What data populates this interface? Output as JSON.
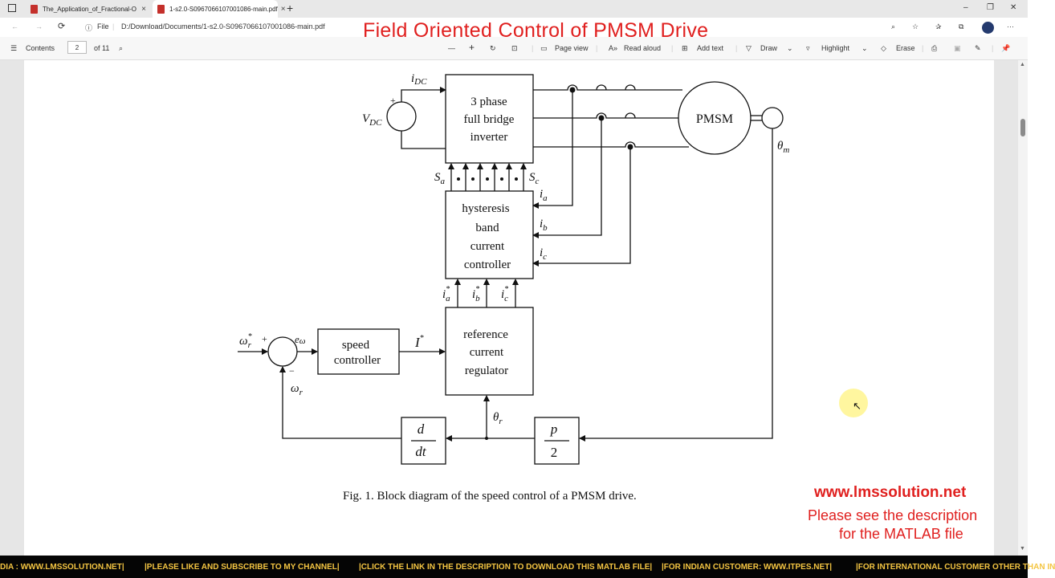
{
  "tabs": [
    {
      "label": "The_Application_of_Fractional-O",
      "close": "×"
    },
    {
      "label": "1-s2.0-S0967066107001086-main.pdf",
      "close": "×"
    }
  ],
  "window_controls": {
    "minimize": "–",
    "restore": "❐",
    "close": "✕",
    "new_tab": "+"
  },
  "address": {
    "scheme": "File",
    "path": "D:/Download/Documents/1-s2.0-S0967066107001086-main.pdf"
  },
  "overlay_title": "Field Oriented Control of PMSM Drive",
  "pdf_toolbar": {
    "contents": "Contents",
    "page_current": "2",
    "page_total": "of 11",
    "zoom_out": "—",
    "zoom_in": "+",
    "page_view": "Page view",
    "read_aloud": "Read aloud",
    "add_text": "Add text",
    "draw": "Draw",
    "highlight": "Highlight",
    "erase": "Erase"
  },
  "diagram": {
    "blocks": {
      "inverter": [
        "3 phase",
        "full bridge",
        "inverter"
      ],
      "hysteresis": [
        "hysteresis",
        "band",
        "current",
        "controller"
      ],
      "reference": [
        "reference",
        "current",
        "regulator"
      ],
      "speed": [
        "speed",
        "controller"
      ],
      "pmsm": "PMSM",
      "derivative_num": "d",
      "derivative_den": "dt",
      "gain_num": "p",
      "gain_den": "2"
    },
    "labels": {
      "idc": "i",
      "idc_sub": "DC",
      "vdc": "V",
      "vdc_sub": "DC",
      "sa": "S",
      "sa_sub": "a",
      "sc": "S",
      "sc_sub": "c",
      "ia": "i",
      "ia_sub": "a",
      "ib": "i",
      "ib_sub": "b",
      "ic": "i",
      "ic_sub": "c",
      "ia_ref": "i",
      "ia_ref_sub": "a",
      "ib_ref": "i",
      "ib_ref_sub": "b",
      "ic_ref": "i",
      "ic_ref_sub": "c",
      "star": "*",
      "wr_ref": "ω",
      "wr_ref_sub": "r",
      "ew": "e",
      "ew_sub": "ω",
      "i_star": "I",
      "wr": "ω",
      "wr_sub": "r",
      "theta_r": "θ",
      "theta_r_sub": "r",
      "theta_m": "θ",
      "theta_m_sub": "m",
      "plus": "+",
      "minus": "−"
    },
    "caption": "Fig. 1.  Block diagram of the speed control of a PMSM drive."
  },
  "watermark": {
    "url": "www.lmssolution.net",
    "line1": "Please see the description",
    "line2": "for the MATLAB file"
  },
  "ticker": [
    "DIA : WWW.LMSSOLUTION.NET|",
    "|PLEASE LIKE AND SUBSCRIBE TO MY CHANNEL|",
    "|CLICK THE LINK IN THE DESCRIPTION TO DOWNLOAD THIS MATLAB FILE|",
    "|FOR INDIAN CUSTOMER: WWW.ITPES.NET|",
    "|FOR INTERNATIONAL CUSTOMER OTHER THAN IN"
  ]
}
